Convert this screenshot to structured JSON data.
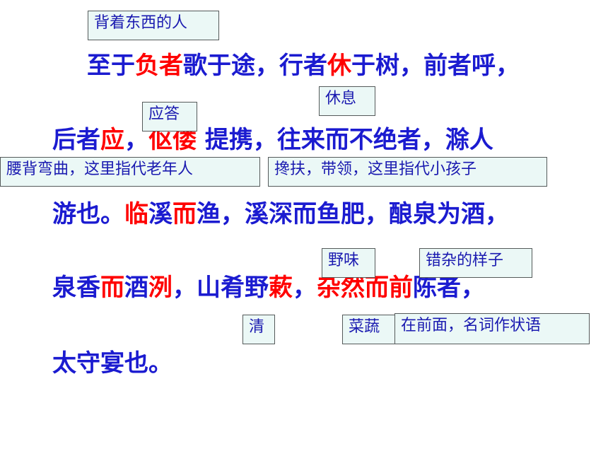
{
  "lines": [
    {
      "segments": [
        {
          "text": "至于",
          "red": false
        },
        {
          "text": "负者",
          "red": true
        },
        {
          "text": "歌于途，行者",
          "red": false
        },
        {
          "text": "休",
          "red": true
        },
        {
          "text": "于树，前者呼，",
          "red": false
        }
      ]
    },
    {
      "segments": [
        {
          "text": "后者",
          "red": false
        },
        {
          "text": "应",
          "red": true
        },
        {
          "text": "，",
          "red": false
        },
        {
          "text": "伛偻",
          "red": true
        },
        {
          "text": " 提携，往来而不绝者，滁人",
          "red": false
        }
      ]
    },
    {
      "segments": [
        {
          "text": "游也。",
          "red": false
        },
        {
          "text": "临",
          "red": true
        },
        {
          "text": "溪",
          "red": false
        },
        {
          "text": "而",
          "red": true
        },
        {
          "text": "渔，溪深而鱼肥，酿泉为酒，",
          "red": false
        }
      ]
    },
    {
      "segments": [
        {
          "text": "泉香",
          "red": false
        },
        {
          "text": "而",
          "red": true
        },
        {
          "text": "酒",
          "red": false
        },
        {
          "text": "洌",
          "red": true
        },
        {
          "text": "，山肴野",
          "red": false
        },
        {
          "text": "蔌",
          "red": true
        },
        {
          "text": "，",
          "red": false
        },
        {
          "text": "杂然而前",
          "red": true
        },
        {
          "text": "陈者，",
          "red": false
        }
      ]
    },
    {
      "segments": [
        {
          "text": "太守宴也。",
          "red": false
        }
      ]
    }
  ],
  "notes": {
    "fuzhe": "背着东西的人",
    "xiu": "休息",
    "ying": "应答",
    "yulou": "腰背弯曲，这里指代老年人",
    "tixie": "搀扶，带领，这里指代小孩子",
    "yewei": "野味",
    "zaran": "错杂的样子",
    "qing": "清",
    "caishu": "菜蔬",
    "qian": "在前面，名词作状语"
  }
}
